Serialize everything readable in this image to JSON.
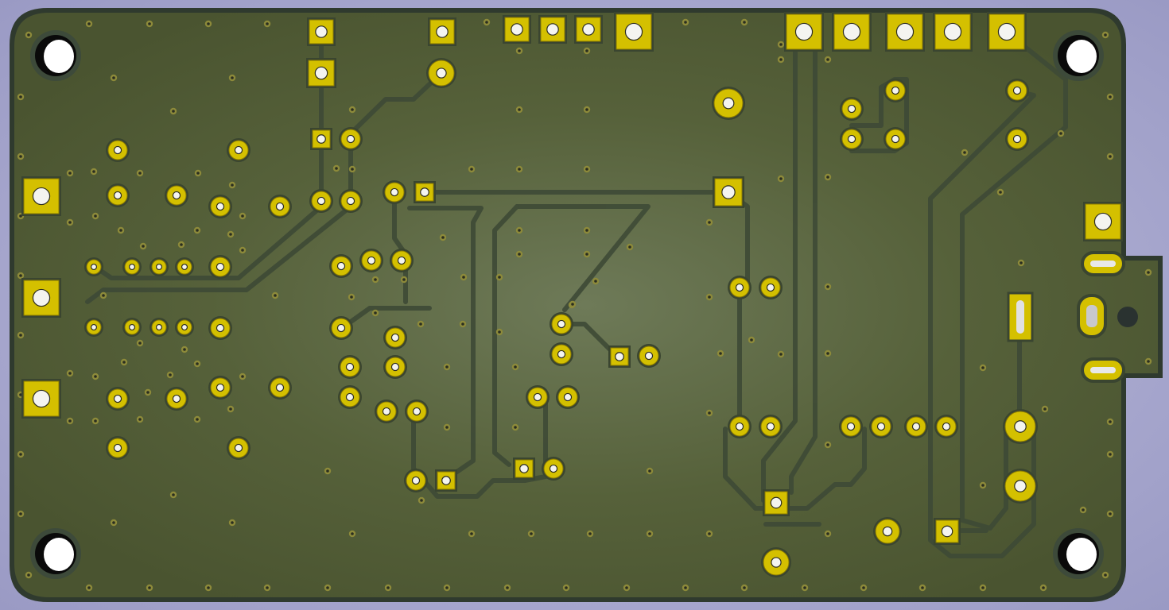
{
  "viewer": {
    "background_color": "#b4b4d8",
    "board_color": "#4f5a34",
    "board_highlight": "#6e7a52",
    "board_edge": "#2e3b30",
    "trace_color": "#3c4a38",
    "pad_color": "#d4c000",
    "pad_edge": "#8a7a00",
    "hole_color": "#ffffff",
    "via_color": "#a8a04a",
    "mounting_hole_color": "#0a0a0a"
  },
  "board": {
    "layer_view": "3d-bottom",
    "mounting_holes": 4,
    "connector_tab": "right-edge"
  }
}
